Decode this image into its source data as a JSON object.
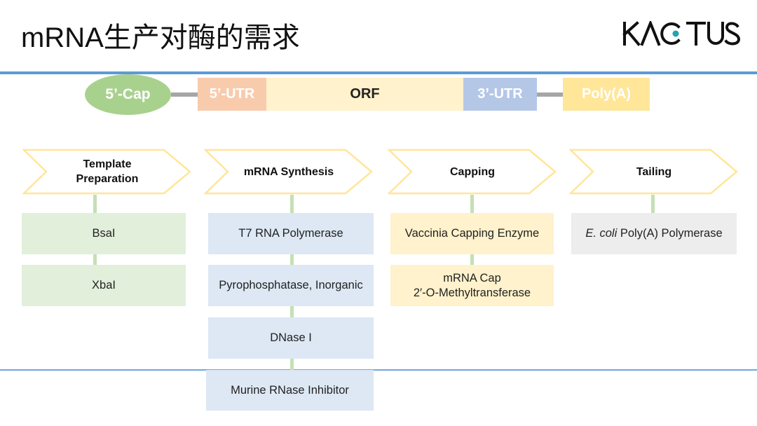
{
  "title": "mRNA生产对酶的需求",
  "logo": {
    "text": "KACTUS",
    "accent_color": "#21a3b3"
  },
  "colors": {
    "rule": "#5b9bd5",
    "green": "#e2efda",
    "blue": "#dde8f4",
    "yellow": "#fff2cc",
    "gray": "#ededed",
    "chevron_stroke": "#ffe699"
  },
  "structure": {
    "cap": "5’-Cap",
    "utr5": "5’-UTR",
    "orf": "ORF",
    "utr3": "3’-UTR",
    "polya": "Poly(A)"
  },
  "steps": [
    {
      "label_line1": "Template",
      "label_line2": "Preparation",
      "items": [
        "BsaI",
        "XbaI"
      ]
    },
    {
      "label": "mRNA Synthesis",
      "items": [
        "T7 RNA Polymerase",
        "Pyrophosphatase, Inorganic",
        "DNase I",
        "Murine RNase Inhibitor"
      ]
    },
    {
      "label": "Capping",
      "items": [
        "Vaccinia Capping Enzyme",
        "mRNA Cap",
        "2′-O-Methyltransferase"
      ]
    },
    {
      "label": "Tailing",
      "items_italic_prefix": "E. coli",
      "items_rest": " Poly(A) Polymerase"
    }
  ]
}
